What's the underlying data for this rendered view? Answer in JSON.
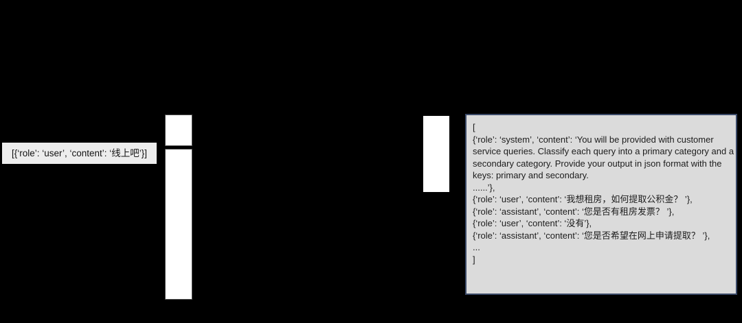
{
  "colors": {
    "background": "#000000",
    "label_box_bg": "#ededed",
    "bar_fill": "#ffffff",
    "bar_border": "#4d4d4d",
    "mid_panel_fill": "#ffffff",
    "code_panel_bg": "#dbdbdb",
    "code_panel_border": "#3b4a68",
    "text": "#1c1c1c"
  },
  "label_box": {
    "text": "[{‘role’: ‘user’, ‘content’: ‘线上吧’}]"
  },
  "code_panel": {
    "lines": [
      "[",
      "{‘role’: ‘system’, ‘content’: ‘You will be provided with customer",
      "service queries. Classify each query into a primary category and a",
      "secondary category. Provide your output in json format with the",
      "keys: primary and secondary.",
      "......’},",
      "{‘role’: ‘user’, ‘content’: ‘我想租房，如何提取公积金？ ’},",
      "{‘role’: ‘assistant’, ‘content’: ‘您是否有租房发票？ ’},",
      "{‘role’: ‘user’, ‘content’: ‘没有’},",
      "{‘role’: ‘assistant’, ‘content’: ‘您是否希望在网上申请提取？ ’},",
      "...",
      "]"
    ]
  }
}
